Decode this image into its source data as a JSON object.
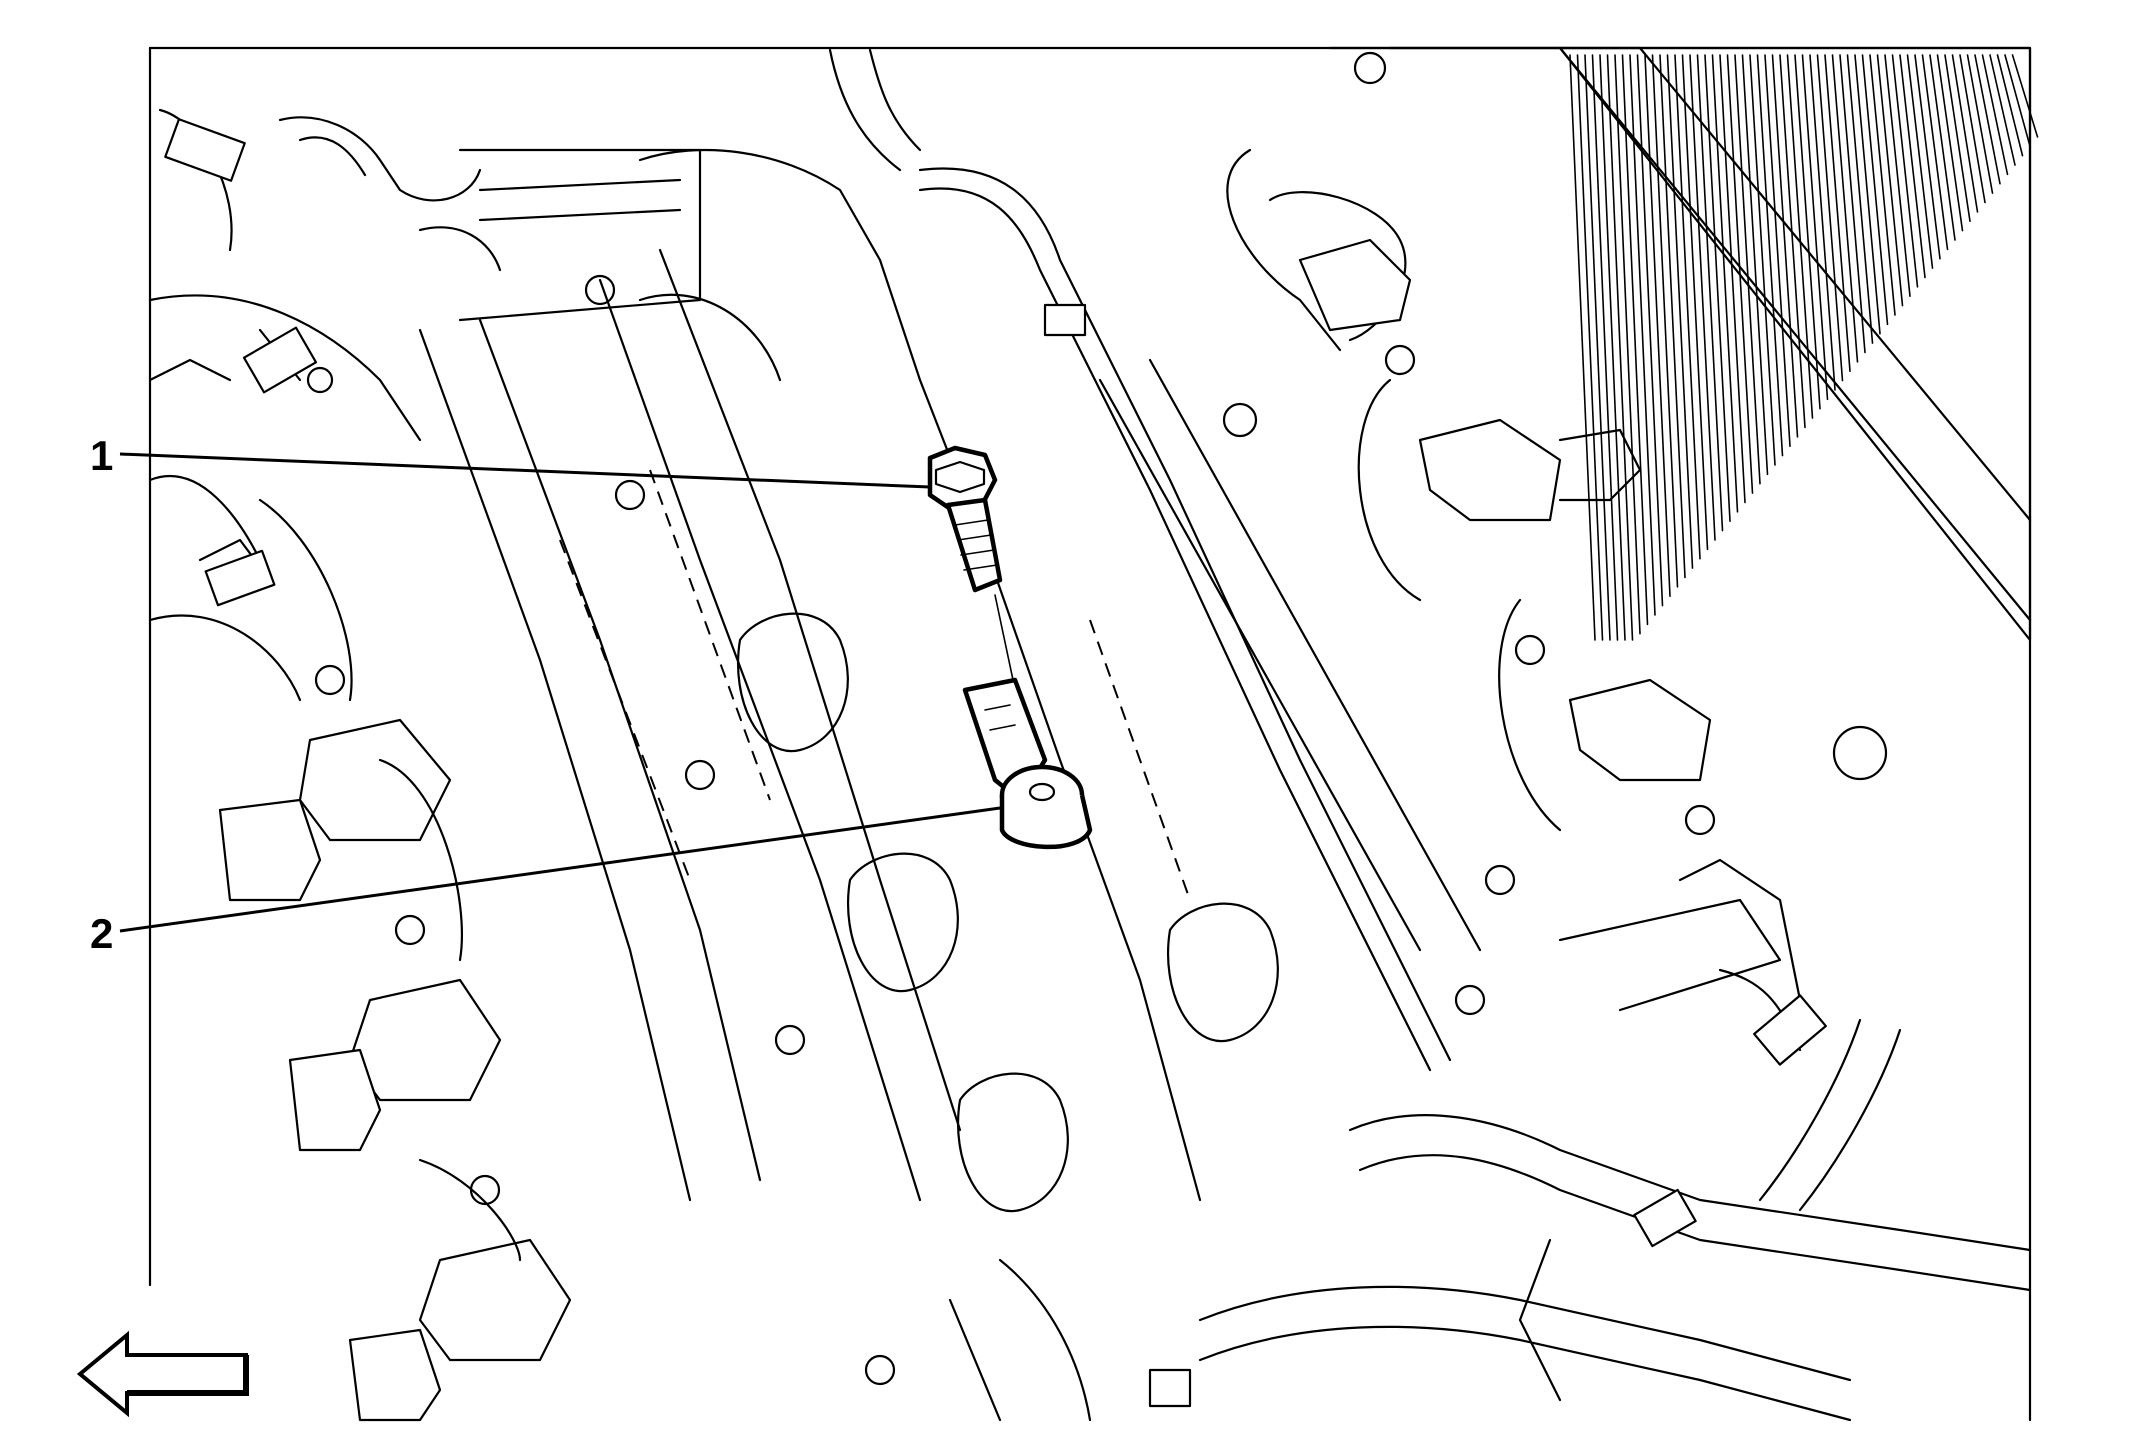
{
  "callouts": [
    {
      "label": "1",
      "part": "bolt"
    },
    {
      "label": "2",
      "part": "knock-sensor"
    }
  ],
  "direction_arrow": "left",
  "icons": [
    "front-direction-arrow-icon",
    "bolt-icon",
    "knock-sensor-icon"
  ]
}
